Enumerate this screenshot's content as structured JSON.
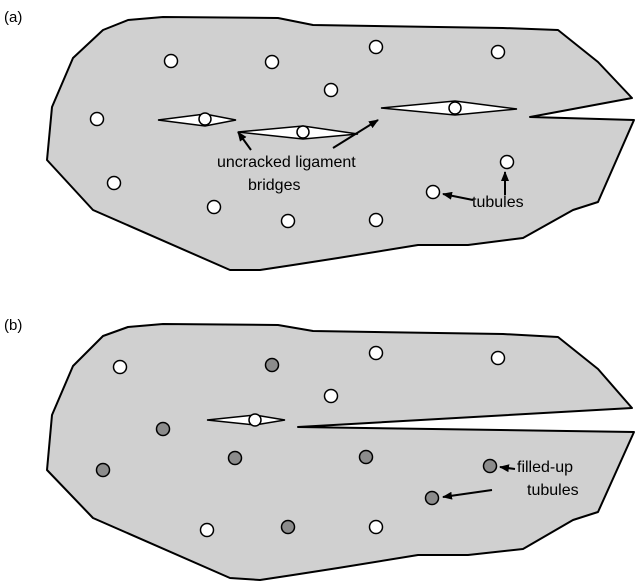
{
  "panels": [
    {
      "label": "(a)",
      "annotations": {
        "bridges_line1": "uncracked ligament",
        "bridges_line2": "bridges",
        "tubules": "tubules"
      }
    },
    {
      "label": "(b)",
      "annotations": {
        "filled_line1": "filled-up",
        "filled_line2": "tubules"
      }
    }
  ],
  "colors": {
    "specimen_fill": "#d0d0d0",
    "outline": "#000000",
    "open_tubule": "#ffffff",
    "filled_tubule": "#8c8c8c",
    "crack": "#ffffff"
  }
}
